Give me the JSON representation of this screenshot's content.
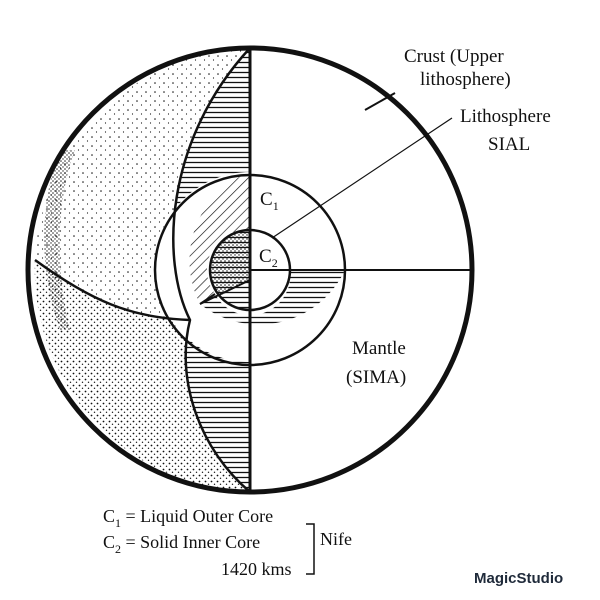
{
  "labels": {
    "crust_line1": "Crust (Upper",
    "crust_line2": "lithosphere)",
    "litho_line1": "Lithosphere",
    "litho_line2": "SIAL",
    "c1_letter": "C",
    "c1_sub": "1",
    "c2_letter": "C",
    "c2_sub": "2",
    "mantle_line1": "Mantle",
    "mantle_line2": "(SIMA)"
  },
  "legend": {
    "row1_letter": "C",
    "row1_sub": "1",
    "row1_text": " = Liquid Outer Core",
    "row2_letter": "C",
    "row2_sub": "2",
    "row2_text": " = Solid Inner Core",
    "row3_text": "1420 kms",
    "bracket_label": "Nife"
  },
  "watermark": "MagicStudio",
  "colors": {
    "ink": "#111111",
    "paper": "#ffffff"
  }
}
